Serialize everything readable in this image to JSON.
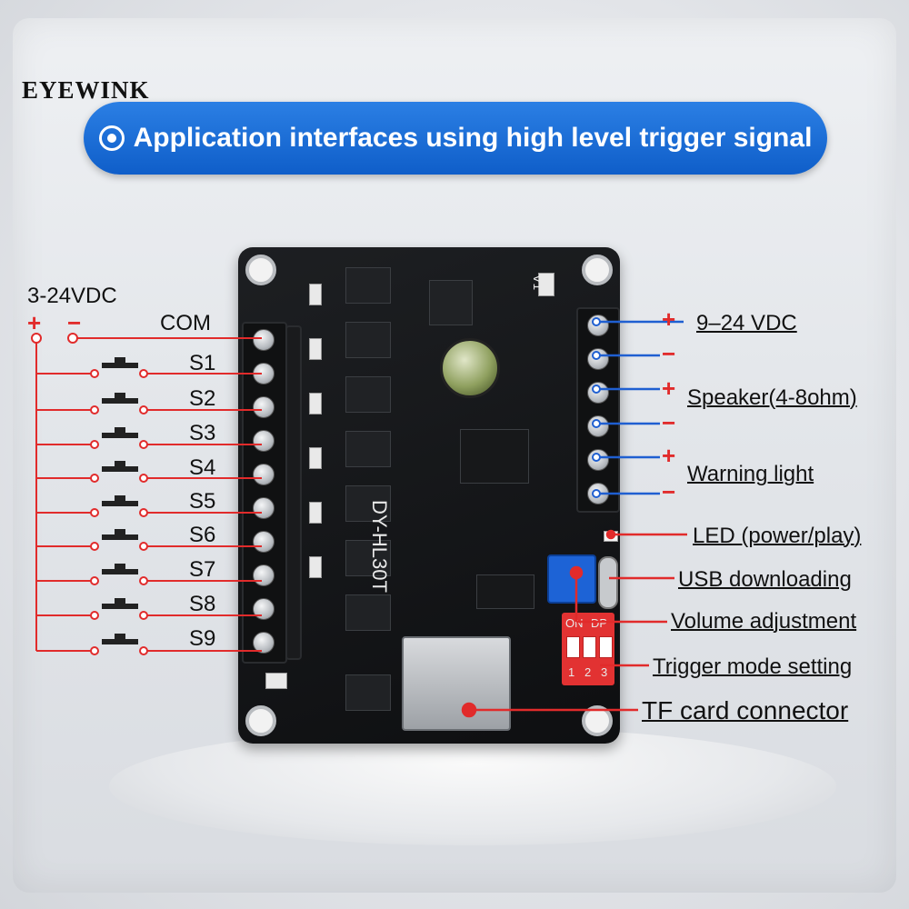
{
  "brand": {
    "logo": "EYEWINK"
  },
  "banner": {
    "title": "Application interfaces using high level trigger signal",
    "icon": "target-circle-icon"
  },
  "board": {
    "silkscreen_model": "DY-HL30T",
    "silkscreen_version": "V1",
    "dip_header": [
      "ON",
      "DP"
    ],
    "dip_numbers": [
      "1",
      "2",
      "3"
    ]
  },
  "left_side": {
    "supply_label": "3-24VDC",
    "plus": "+",
    "minus": "−",
    "com_label": "COM",
    "switches": [
      "S1",
      "S2",
      "S3",
      "S4",
      "S5",
      "S6",
      "S7",
      "S8",
      "S9"
    ]
  },
  "right_side": {
    "plus": "+",
    "minus": "−",
    "power_label": "9–24 VDC",
    "speaker_label": "Speaker(4-8ohm)",
    "warning_label": "Warning light",
    "led_label": "LED (power/play)",
    "usb_label": "USB downloading",
    "volume_label": "Volume adjustment",
    "trigger_label": "Trigger mode setting",
    "tf_label": "TF card connector"
  },
  "colors": {
    "wire_red": "#e12b2b",
    "wire_blue": "#1f5fd1",
    "banner_blue": "#1565d8"
  }
}
